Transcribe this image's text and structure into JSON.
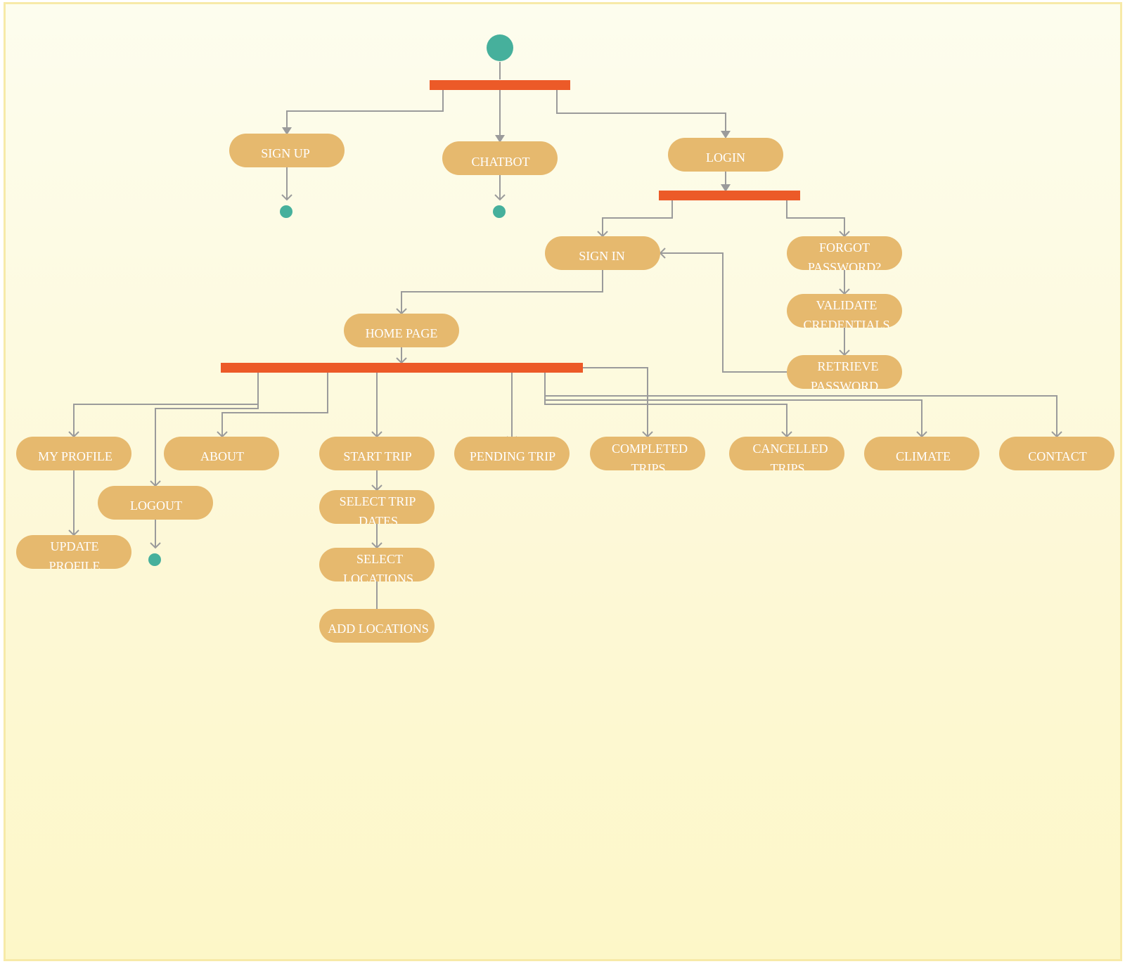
{
  "colors": {
    "node_fill": "#e6b96e",
    "node_text": "#ffffff",
    "fork_bar": "#ec5a28",
    "start_end": "#46b09c",
    "edge": "#9b9b9b"
  },
  "nodes": {
    "signup": "SIGN UP",
    "chatbot": "CHATBOT",
    "login": "LOGIN",
    "signin": "SIGN IN",
    "forgot": [
      "FORGOT",
      "PASSWORD?"
    ],
    "validate": [
      "VALIDATE",
      "CREDENTIALS"
    ],
    "retrieve": [
      "RETRIEVE",
      "PASSWORD"
    ],
    "homepage": "HOME PAGE",
    "myprofile": "MY PROFILE",
    "about": "ABOUT",
    "starttrip": "START TRIP",
    "pendingtrip": "PENDING TRIP",
    "completedtrips": [
      "COMPLETED",
      "TRIPS"
    ],
    "cancelledtrips": [
      "CANCELLED",
      "TRIPS"
    ],
    "climate": "CLIMATE",
    "contact": "CONTACT",
    "logout": "LOGOUT",
    "updateprofile": [
      "UPDATE",
      "PROFILE"
    ],
    "selecttripdates": [
      "SELECT TRIP",
      "DATES"
    ],
    "selectlocations": [
      "SELECT",
      "LOCATIONS"
    ],
    "addlocations": "ADD LOCATIONS"
  }
}
